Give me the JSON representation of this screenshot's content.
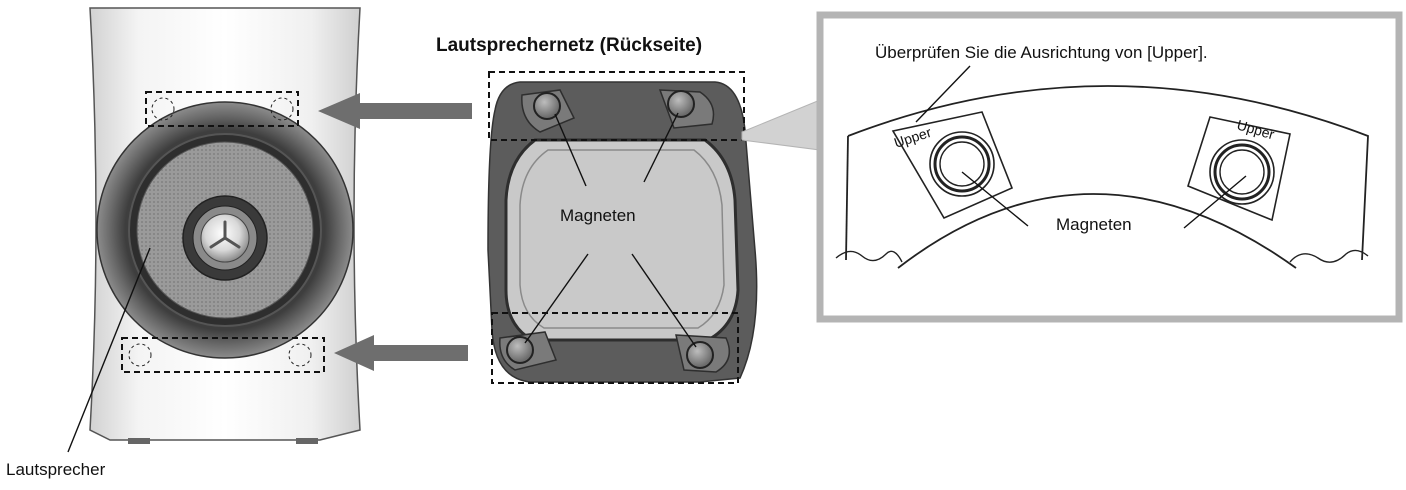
{
  "labels": {
    "speaker_net_title": "Lautsprechernetz (Rückseite)",
    "check_upper_note": "Überprüfen Sie die Ausrichtung von [Upper].",
    "magnets_net": "Magneten",
    "magnets_detail": "Magneten",
    "speaker": "Lautsprecher",
    "upper_left": "Upper",
    "upper_right": "Upper"
  },
  "colors": {
    "arrow": "#6e6e6e",
    "detail_frame": "#b4b4b4",
    "net_frame": "#5a5a5a",
    "net_mesh": "#c8c8c8",
    "cabinet": "#e6e6e6",
    "driver_ring": "#4a4a4a"
  }
}
